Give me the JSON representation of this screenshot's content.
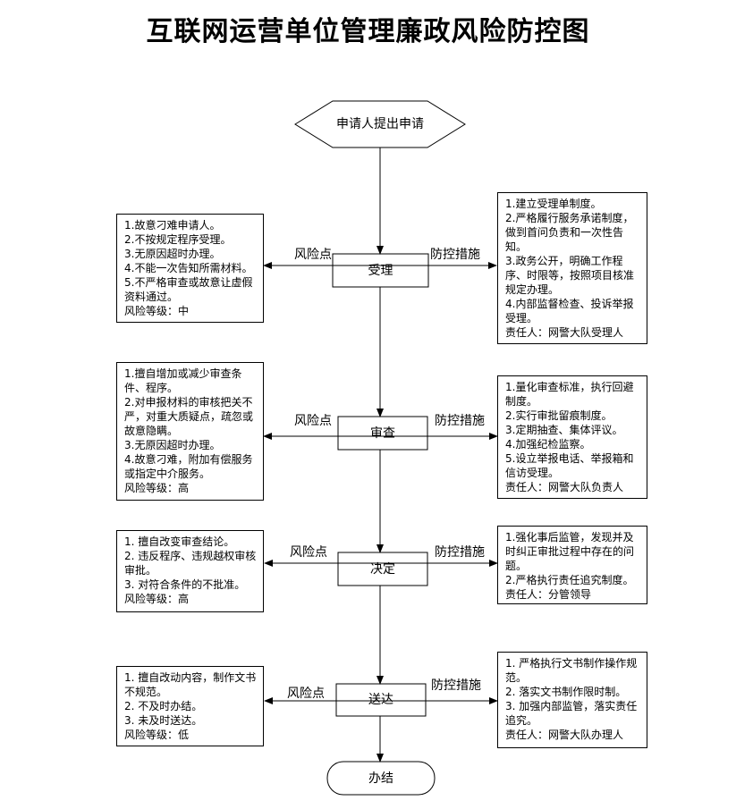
{
  "title": "互联网运营单位管理廉政风险防控图",
  "nodes": {
    "start": "申请人提出申请",
    "accept": "受理",
    "review": "审查",
    "decide": "决定",
    "deliver": "送达",
    "end": "办结"
  },
  "labels": {
    "risk": "风险点",
    "control": "防控措施"
  },
  "risk_boxes": {
    "accept": [
      "1.故意刁难申请人。",
      "2.不按规定程序受理。",
      "3.无原因超时办理。",
      "4.不能一次告知所需材料。",
      "5.不严格审查或故意让虚假资料通过。",
      "风险等级：中"
    ],
    "review": [
      "1.擅自增加或减少审查条件、程序。",
      "2.对申报材料的审核把关不严，对重大质疑点，疏忽或故意隐瞒。",
      "3.无原因超时办理。",
      "4.故意刁难，附加有偿服务或指定中介服务。",
      "风险等级：高"
    ],
    "decide": [
      "1. 擅自改变审查结论。",
      "2. 违反程序、违规越权审核审批。",
      "3. 对符合条件的不批准。",
      "风险等级：高"
    ],
    "deliver": [
      "1. 擅自改动内容，制作文书不规范。",
      "2. 不及时办结。",
      "3. 未及时送达。",
      "风险等级：低"
    ]
  },
  "control_boxes": {
    "accept": [
      "1.建立受理单制度。",
      "2.严格履行服务承诺制度，做到首问负责和一次性告知。",
      "3.政务公开，明确工作程序、时限等，按照项目核准规定办理。",
      "4.内部监督检查、投诉举报受理。",
      "责任人：网警大队受理人"
    ],
    "review": [
      "1.量化审查标准，执行回避制度。",
      "2.实行审批留痕制度。",
      "3.定期抽查、集体评议。",
      "4.加强纪检监察。",
      "5.设立举报电话、举报箱和信访受理。",
      "责任人：网警大队负责人"
    ],
    "decide": [
      "1.强化事后监管，发现并及时纠正审批过程中存在的问题。",
      "2.严格执行责任追究制度。",
      "责任人：分管领导"
    ],
    "deliver": [
      "1. 严格执行文书制作操作规范。",
      "2. 落实文书制作限时制。",
      "3. 加强内部监管，落实责任追究。",
      "责任人：网警大队办理人"
    ]
  }
}
